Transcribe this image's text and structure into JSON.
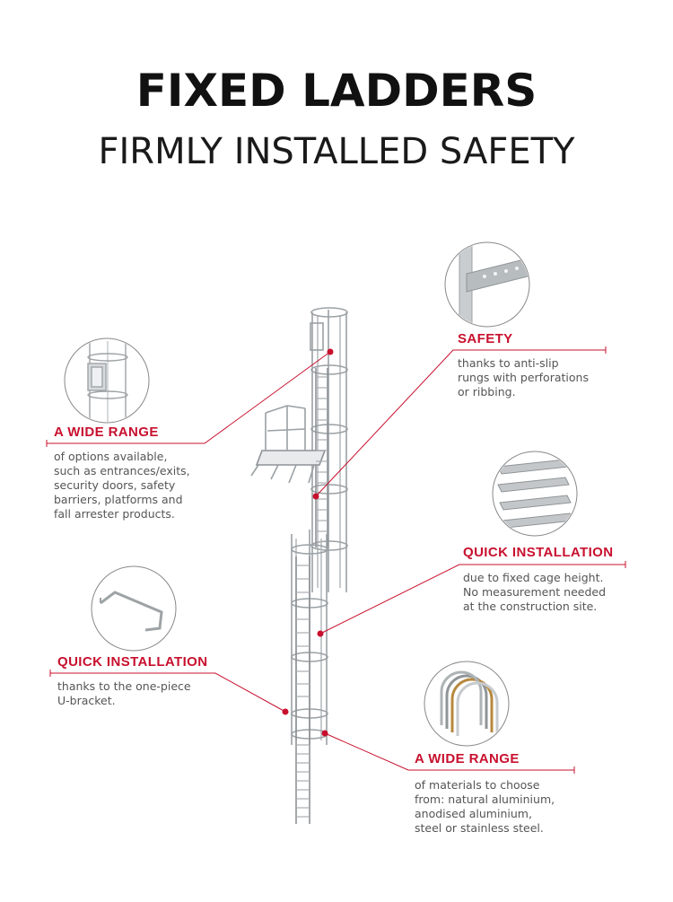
{
  "header": {
    "title": "FIXED LADDERS",
    "subtitle": "FIRMLY INSTALLED SAFETY"
  },
  "colors": {
    "accent": "#c8102e",
    "text": "#555555",
    "ladder": "#9a9fa3"
  },
  "callouts": [
    {
      "heading": "SAFETY",
      "lines": [
        "thanks to anti-slip",
        "rungs with perforations",
        "or ribbing."
      ],
      "icon": "perforated-rung-icon"
    },
    {
      "heading": "A WIDE RANGE",
      "lines": [
        "of options available,",
        "such as entrances/exits,",
        "security doors, safety",
        "barriers, platforms and",
        "fall arrester products."
      ],
      "icon": "security-door-icon"
    },
    {
      "heading": "QUICK INSTALLATION",
      "lines": [
        "due to fixed cage height.",
        "No measurement needed",
        "at the construction site."
      ],
      "icon": "cage-strips-icon"
    },
    {
      "heading": "QUICK INSTALLATION",
      "lines": [
        "thanks to the one-piece",
        "U-bracket."
      ],
      "icon": "u-bracket-icon"
    },
    {
      "heading": "A WIDE RANGE",
      "lines": [
        "of materials to choose",
        "from: natural aluminium,",
        "anodised aluminium,",
        "steel or stainless steel."
      ],
      "icon": "cage-hoops-icon"
    }
  ]
}
